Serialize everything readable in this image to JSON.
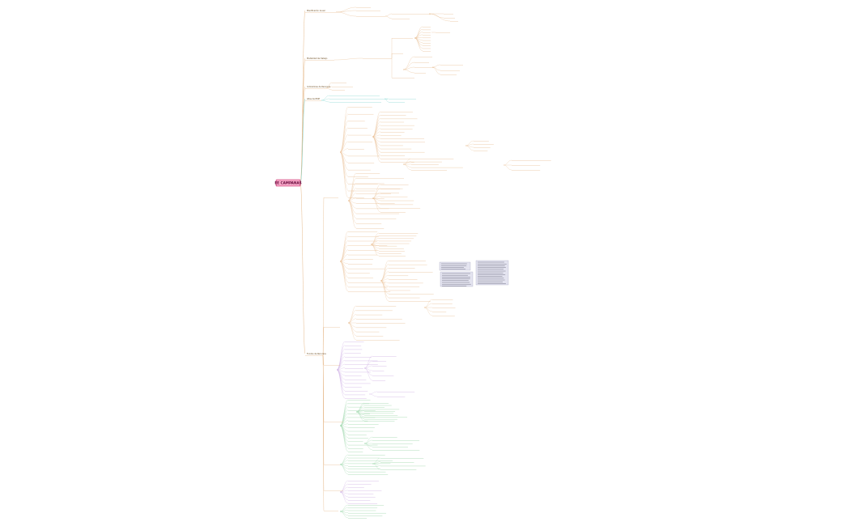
{
  "central": {
    "label": "EE CAMPANAS"
  },
  "colors": {
    "central_fill": "#f7a9c9",
    "central_stroke": "#c2185b",
    "branch_line": "#e6b98a",
    "green_line": "#8fd19e",
    "purple_line": "#c9a7e0",
    "teal_line": "#7fd6d0",
    "note_fill": "#e4e4f0"
  },
  "main_branches": [
    {
      "label": "Planificación Anual"
    },
    {
      "label": "Modalidad de trabajo"
    },
    {
      "label": "Indicadores de Recursos"
    },
    {
      "label": "Altas del EOE"
    },
    {
      "label": "Fondos de Recursos"
    }
  ]
}
